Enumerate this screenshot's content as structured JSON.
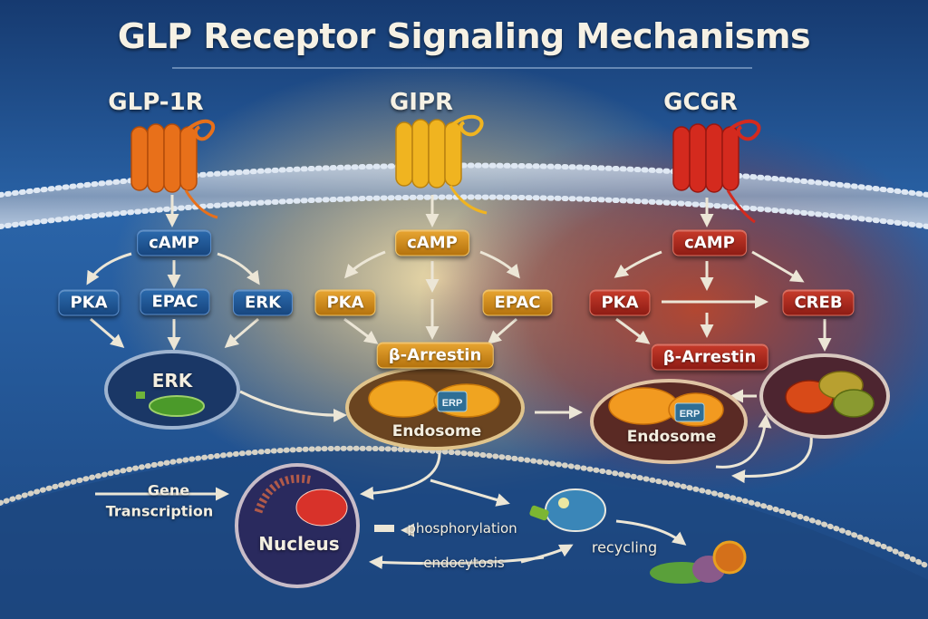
{
  "title": "GLP Receptor Signaling Mechanisms",
  "receptors": [
    {
      "name": "GLP-1R",
      "color": "#e8701a"
    },
    {
      "name": "GIPR",
      "color": "#f0b420"
    },
    {
      "name": "GCGR",
      "color": "#d42a1e"
    }
  ],
  "pathways": {
    "glp1r": {
      "camp": "cAMP",
      "effectors": [
        "PKA",
        "EPAC",
        "ERK"
      ],
      "compartment": "ERK"
    },
    "gipr": {
      "camp": "cAMP",
      "effectors": [
        "PKA",
        "EPAC"
      ],
      "arrestin": "β-Arrestin",
      "endosome": "Endosome",
      "endosome_tag": "ERP"
    },
    "gcgr": {
      "camp": "cAMP",
      "effectors": [
        "PKA",
        "CREB"
      ],
      "arrestin": "β-Arrestin",
      "endosome": "Endosome",
      "endosome_tag": "ERP"
    }
  },
  "nucleus": {
    "label": "Nucleus",
    "input_label": "Gene Transcription",
    "input_line1": "Gene",
    "input_line2": "Transcription"
  },
  "processes": {
    "phosphorylation": "phosphorylation",
    "endocytosis": "endocytosis",
    "recycling": "recycling"
  },
  "colors": {
    "background_blue": "#1d4a86",
    "blue_box": "#1f5594",
    "gold_box": "#d08a1f",
    "red_box": "#a8281c",
    "text": "#f6f1e4"
  }
}
